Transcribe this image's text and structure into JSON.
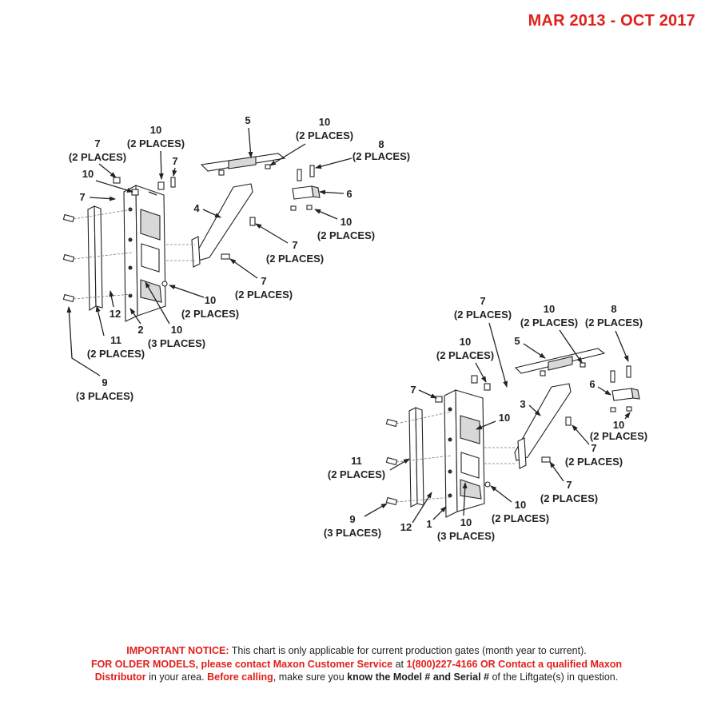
{
  "date_range": "MAR 2013 - OCT 2017",
  "diagram_left": {
    "callouts": [
      {
        "id": "l7a",
        "num": "7",
        "qty": "(2 PLACES)"
      },
      {
        "id": "l10a",
        "num": "10",
        "qty": "(2 PLACES)"
      },
      {
        "id": "l7b",
        "num": "7",
        "qty": ""
      },
      {
        "id": "l10b",
        "num": "10",
        "qty": ""
      },
      {
        "id": "l7c",
        "num": "7",
        "qty": ""
      },
      {
        "id": "l5",
        "num": "5",
        "qty": ""
      },
      {
        "id": "l10c",
        "num": "10",
        "qty": "(2 PLACES)"
      },
      {
        "id": "l8",
        "num": "8",
        "qty": "(2 PLACES)"
      },
      {
        "id": "l6",
        "num": "6",
        "qty": ""
      },
      {
        "id": "l4",
        "num": "4",
        "qty": ""
      },
      {
        "id": "l10d",
        "num": "10",
        "qty": "(2 PLACES)"
      },
      {
        "id": "l7d",
        "num": "7",
        "qty": "(2 PLACES)"
      },
      {
        "id": "l7e",
        "num": "7",
        "qty": "(2 PLACES)"
      },
      {
        "id": "l10e",
        "num": "10",
        "qty": "(2 PLACES)"
      },
      {
        "id": "l10f",
        "num": "10",
        "qty": "(3 PLACES)"
      },
      {
        "id": "l2",
        "num": "2",
        "qty": ""
      },
      {
        "id": "l12",
        "num": "12",
        "qty": ""
      },
      {
        "id": "l11",
        "num": "11",
        "qty": "(2 PLACES)"
      },
      {
        "id": "l9",
        "num": "9",
        "qty": "(3 PLACES)"
      }
    ]
  },
  "diagram_right": {
    "callouts": [
      {
        "id": "r7a",
        "num": "7",
        "qty": "(2 PLACES)"
      },
      {
        "id": "r10a",
        "num": "10",
        "qty": "(2 PLACES)"
      },
      {
        "id": "r8",
        "num": "8",
        "qty": "(2 PLACES)"
      },
      {
        "id": "r5",
        "num": "5",
        "qty": ""
      },
      {
        "id": "r10b",
        "num": "10",
        "qty": "(2 PLACES)"
      },
      {
        "id": "r7b",
        "num": "7",
        "qty": ""
      },
      {
        "id": "r10c",
        "num": "10",
        "qty": ""
      },
      {
        "id": "r3",
        "num": "3",
        "qty": ""
      },
      {
        "id": "r6",
        "num": "6",
        "qty": ""
      },
      {
        "id": "r10d",
        "num": "10",
        "qty": "(2 PLACES)"
      },
      {
        "id": "r7c",
        "num": "7",
        "qty": "(2 PLACES)"
      },
      {
        "id": "r7d",
        "num": "7",
        "qty": "(2 PLACES)"
      },
      {
        "id": "r10e",
        "num": "10",
        "qty": "(2 PLACES)"
      },
      {
        "id": "r11",
        "num": "11",
        "qty": "(2 PLACES)"
      },
      {
        "id": "r9",
        "num": "9",
        "qty": "(3 PLACES)"
      },
      {
        "id": "r12",
        "num": "12",
        "qty": ""
      },
      {
        "id": "r1",
        "num": "1",
        "qty": ""
      },
      {
        "id": "r10f",
        "num": "10",
        "qty": "(3 PLACES)"
      }
    ]
  },
  "notice": {
    "line1_label": "IMPORTANT NOTICE:",
    "line1_text": " This chart is only applicable for current production gates (month year to current).",
    "line2_label": "FOR OLDER MODELS, please contact Maxon Customer Service",
    "line2_mid": " at ",
    "line2_phone": "1(800)227-4166",
    "line2_tail": " OR Contact a qualified Maxon",
    "line3_distributor": "Distributor",
    "line3_a": " in your area. ",
    "line3_before": "Before calling",
    "line3_b": ", make sure you ",
    "line3_know": "know the Model # and Serial #",
    "line3_c": " of the Liftgate(s) in question."
  },
  "colors": {
    "accent_red": "#e0201b",
    "ink": "#222222"
  }
}
